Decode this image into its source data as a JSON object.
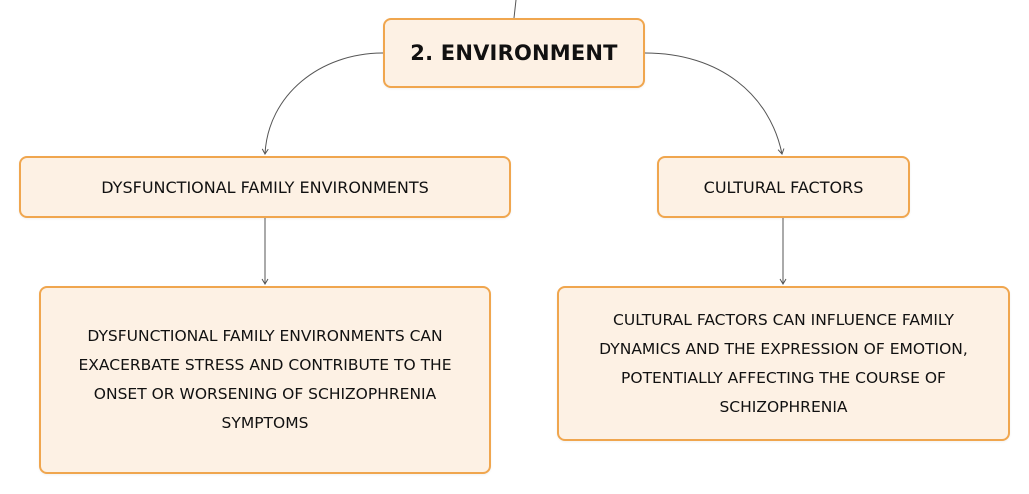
{
  "diagram": {
    "root": {
      "label": "2. ENVIRONMENT"
    },
    "left_branch": {
      "label": "DYSFUNCTIONAL FAMILY ENVIRONMENTS",
      "detail": "DYSFUNCTIONAL FAMILY ENVIRONMENTS CAN EXACERBATE STRESS AND CONTRIBUTE TO THE ONSET OR WORSENING OF SCHIZOPHRENIA SYMPTOMS"
    },
    "right_branch": {
      "label": "CULTURAL FACTORS",
      "detail": "CULTURAL FACTORS CAN INFLUENCE FAMILY DYNAMICS AND THE EXPRESSION OF EMOTION, POTENTIALLY AFFECTING THE COURSE OF SCHIZOPHRENIA"
    },
    "colors": {
      "node_fill": "#fdf1e4",
      "node_border": "#f0a64e",
      "connector": "#555555"
    }
  }
}
